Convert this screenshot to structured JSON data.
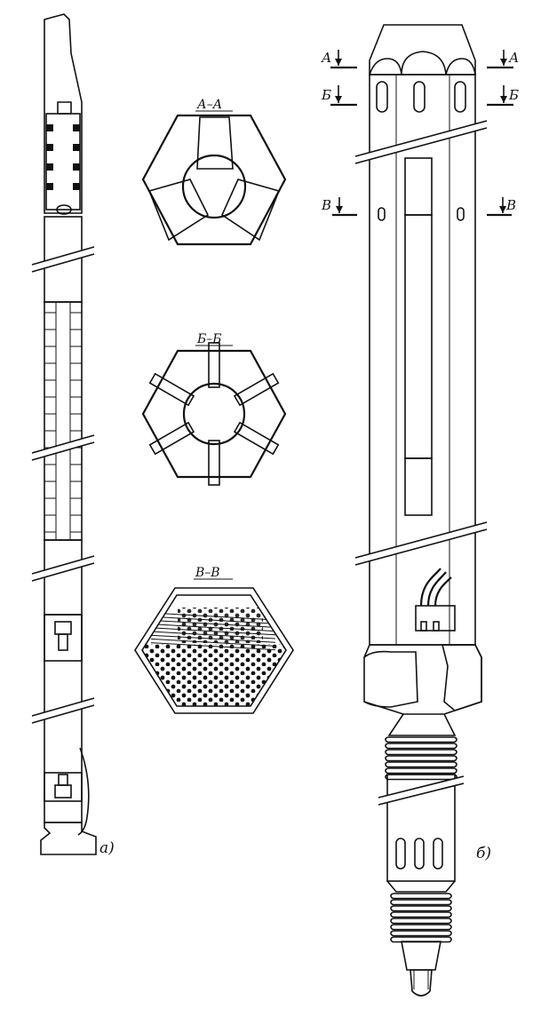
{
  "sections": [
    {
      "key": "aa",
      "title": "А–А"
    },
    {
      "key": "bb",
      "title": "Б–Б"
    },
    {
      "key": "vv",
      "title": "В–В"
    }
  ],
  "section_marks": {
    "a_left": "А",
    "a_right": "А",
    "b_left": "Б",
    "b_right": "Б",
    "v_left": "В",
    "v_right": "В"
  },
  "figure_labels": {
    "left": "а)",
    "right": "б)"
  }
}
